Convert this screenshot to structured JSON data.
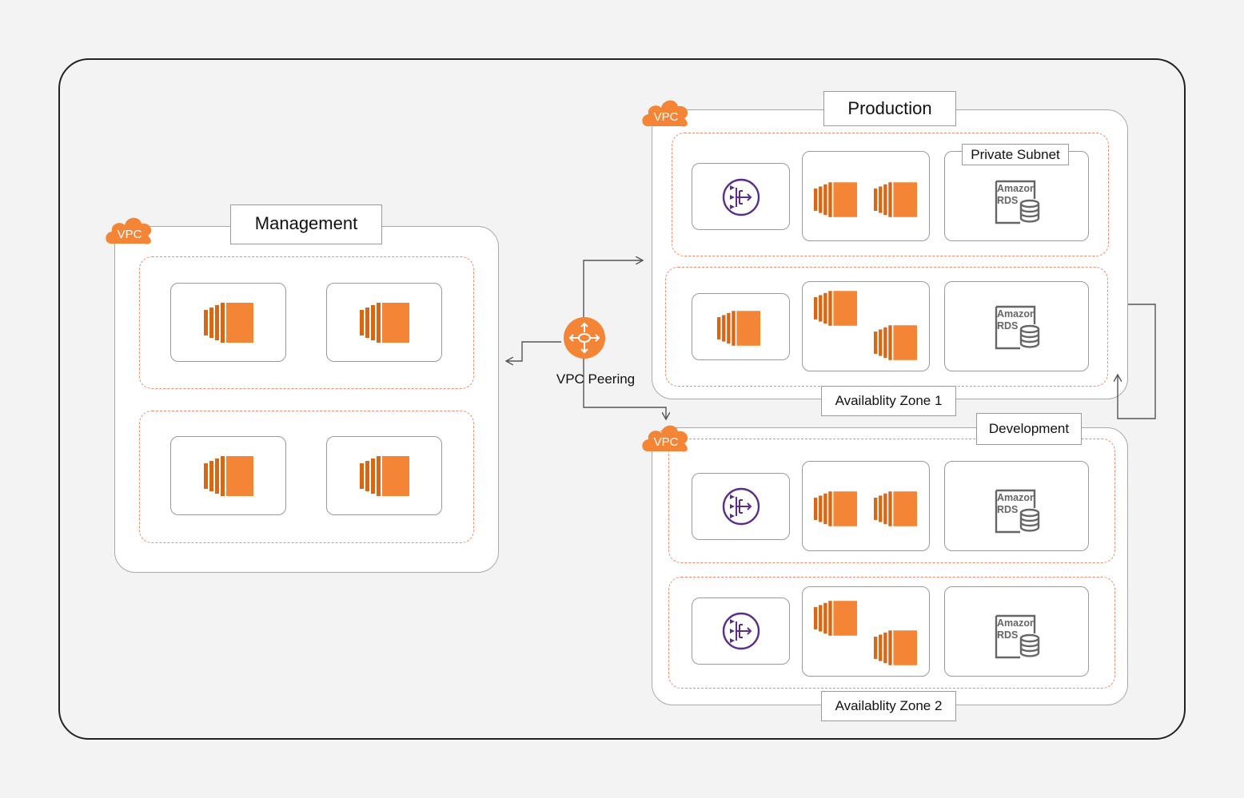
{
  "vpc_badge": "VPC",
  "management": {
    "title": "Management"
  },
  "production": {
    "title": "Production",
    "private_subnet_label": "Private Subnet"
  },
  "development": {
    "title": "Development"
  },
  "az1": "Availablity Zone 1",
  "az2": "Availablity Zone 2",
  "peering": {
    "label": "VPC Peering"
  },
  "rds": {
    "line1": "Amazon",
    "line2": "RDS"
  },
  "icons": {
    "vpc_cloud": "vpc-cloud-icon",
    "ec2": "ec2-instance-icon",
    "nat": "nat-gateway-icon",
    "rds": "amazon-rds-icon",
    "router": "vpc-peering-router-icon"
  },
  "colors": {
    "aws_orange": "#f58536",
    "aws_orange_dark": "#d86613",
    "nat_purple": "#5a2d8c",
    "rds_gray": "#666666",
    "zone_dash": "#f08a6a"
  }
}
